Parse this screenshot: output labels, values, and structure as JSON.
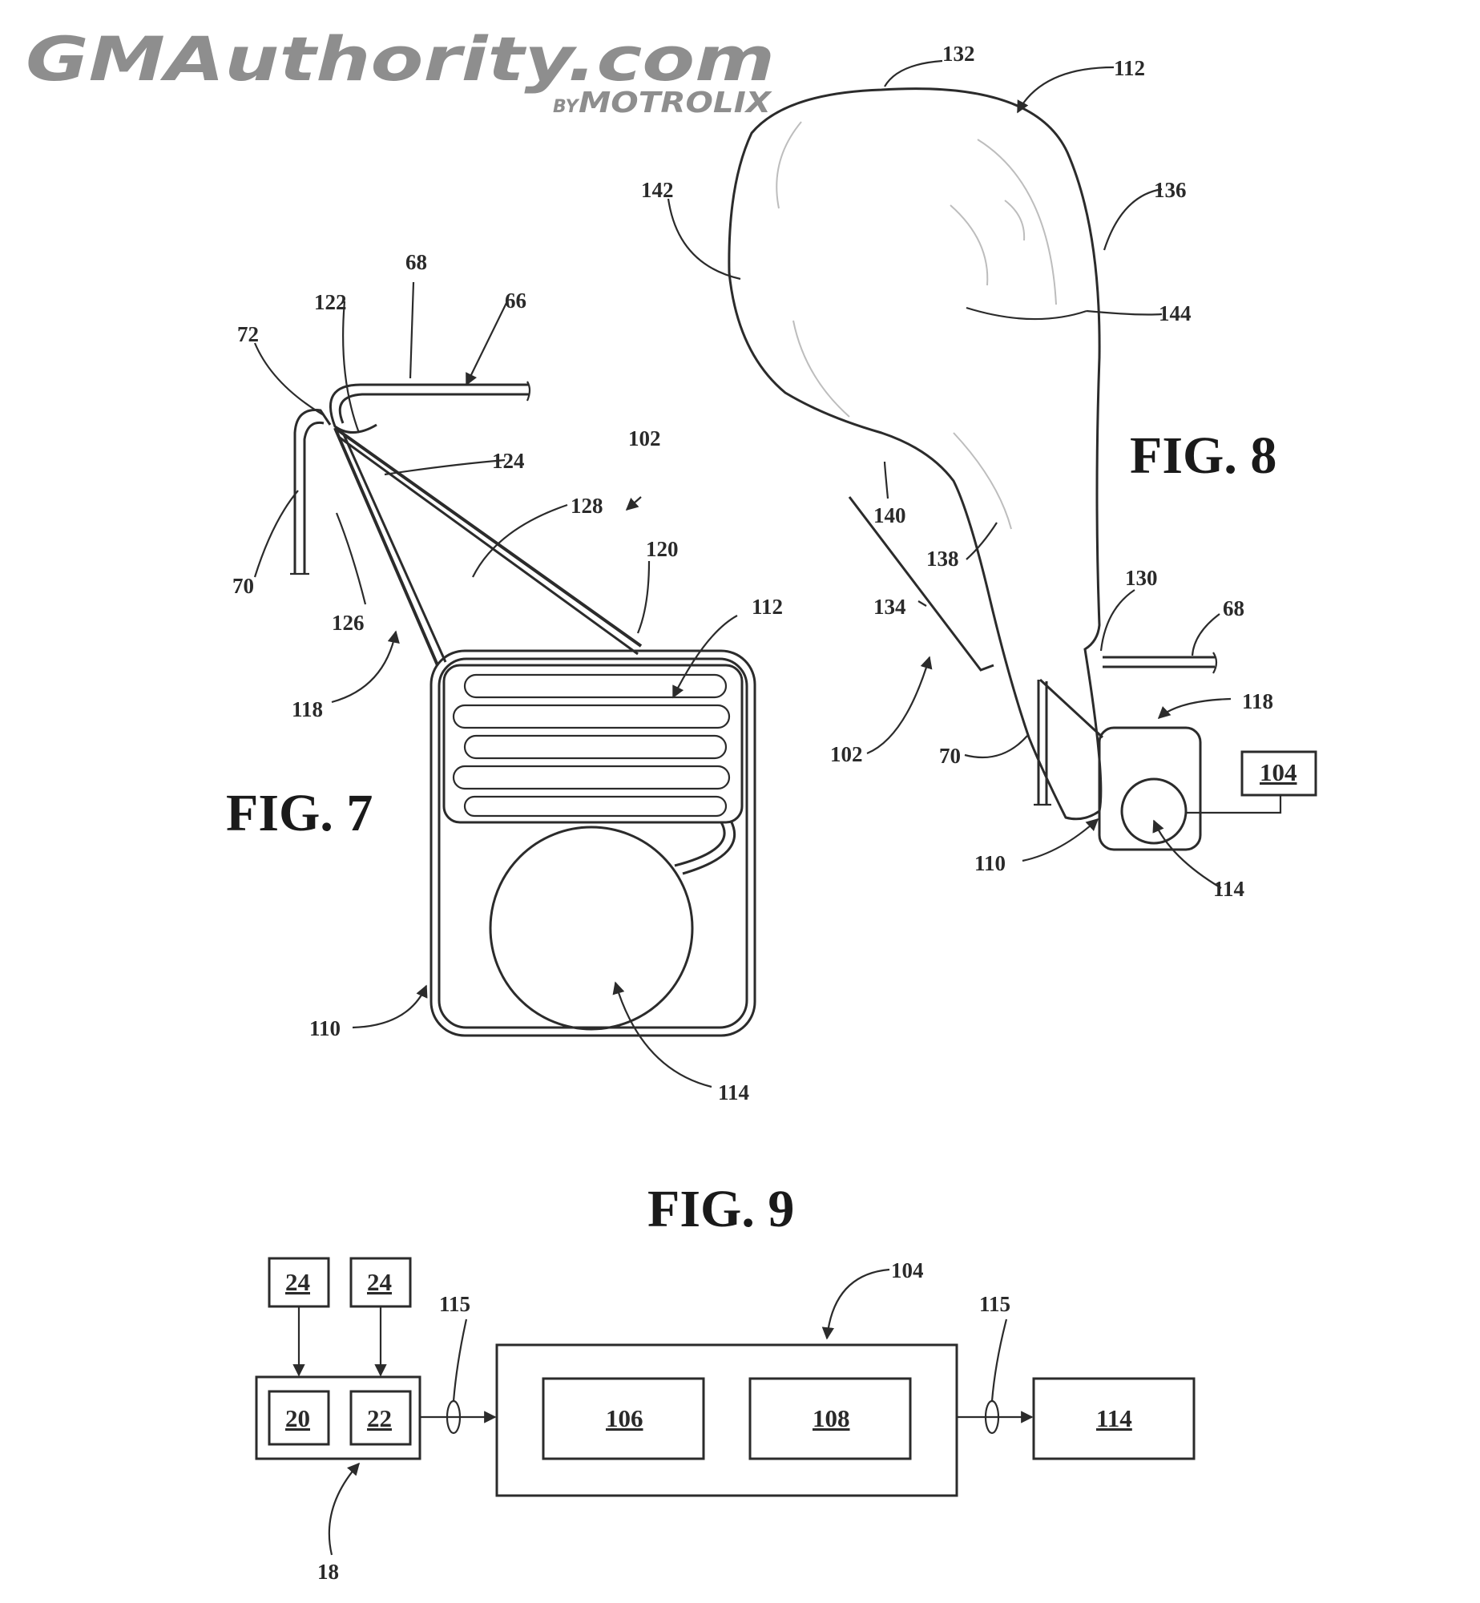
{
  "watermark": {
    "main": "GMAuthority.com",
    "sub_prefix": "BY",
    "sub_brand": "MOTROLIX"
  },
  "figures": {
    "fig7": {
      "title": "FIG. 7",
      "labels": {
        "l68": "68",
        "l66": "66",
        "l122": "122",
        "l72": "72",
        "l124": "124",
        "l102": "102",
        "l128": "128",
        "l120": "120",
        "l112": "112",
        "l70": "70",
        "l126": "126",
        "l118": "118",
        "l110": "110",
        "l114": "114"
      }
    },
    "fig8": {
      "title": "FIG. 8",
      "labels": {
        "l132": "132",
        "l112": "112",
        "l142": "142",
        "l136": "136",
        "l144": "144",
        "l140": "140",
        "l138": "138",
        "l134": "134",
        "l130": "130",
        "l68": "68",
        "l118": "118",
        "l102": "102",
        "l70": "70",
        "l110": "110",
        "l114": "114",
        "box104": "104"
      }
    },
    "fig9": {
      "title": "FIG. 9",
      "labels": {
        "box24a": "24",
        "box24b": "24",
        "box20": "20",
        "box22": "22",
        "l115a": "115",
        "l104": "104",
        "l115b": "115",
        "box106": "106",
        "box108": "108",
        "box114": "114",
        "l18": "18"
      }
    }
  }
}
